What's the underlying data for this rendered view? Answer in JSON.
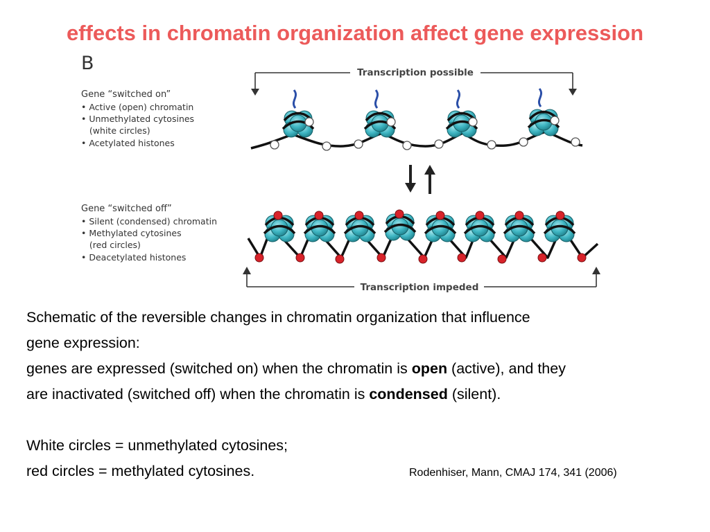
{
  "slide": {
    "title": "effects in chromatin organization affect gene expression"
  },
  "figure": {
    "panel_label": "B",
    "switched_on": {
      "heading": "Gene “switched on”",
      "items": [
        "• Active (open) chromatin",
        "• Unmethylated cytosines",
        "   (white circles)",
        "• Acetylated histones"
      ],
      "arrow_label": "Transcription possible"
    },
    "switched_off": {
      "heading": "Gene “switched off”",
      "items": [
        "• Silent (condensed) chromatin",
        "• Methylated cytosines",
        "   (red circles)",
        "• Deacetylated histones"
      ],
      "arrow_label": "Transcription impeded"
    },
    "colors": {
      "nucleosome": "#3fb6c3",
      "nucleosome_dark": "#1e7f8a",
      "unmethylated_circle": "#ffffff",
      "methylated_circle": "#d8232a",
      "acetyl_tail": "#2b4fa8"
    }
  },
  "caption": {
    "line1": "Schematic of the reversible changes in chromatin organization that influence",
    "line2": "gene expression:",
    "line3_pre": "genes are expressed (switched on) when the chromatin is ",
    "line3_bold": "open",
    "line3_post": " (active), and they",
    "line4_pre": "are inactivated (switched off) when the chromatin is ",
    "line4_bold": "condensed",
    "line4_post": " (silent).",
    "line5": "White circles = unmethylated cytosines;",
    "line6": "red circles = methylated cytosines."
  },
  "citation": "Rodenhiser, Mann, CMAJ  174, 341 (2006)"
}
